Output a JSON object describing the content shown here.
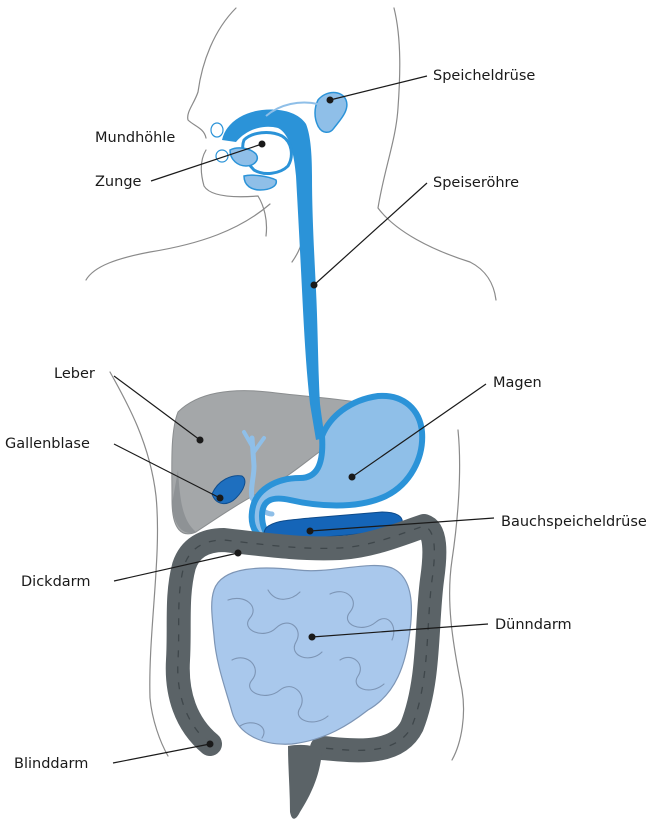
{
  "labels": {
    "speicheldruese": "Speicheldrüse",
    "mundhoehle": "Mundhöhle",
    "zunge": "Zunge",
    "speiseroehre": "Speiseröhre",
    "leber": "Leber",
    "magen": "Magen",
    "gallenblase": "Gallenblase",
    "bauchspeicheldruese": "Bauchspeicheldrüse",
    "dickdarm": "Dickdarm",
    "duenndarm": "Dünndarm",
    "blinddarm": "Blinddarm"
  },
  "colors": {
    "esophagus": "#2b93d8",
    "stomach": "#8fbfe8",
    "small_intestine": "#a9c8ec",
    "liver": "#a4a7a9",
    "colon": "#5b6367",
    "pancreas": "#1565b8",
    "outline": "#8a8a8a"
  }
}
